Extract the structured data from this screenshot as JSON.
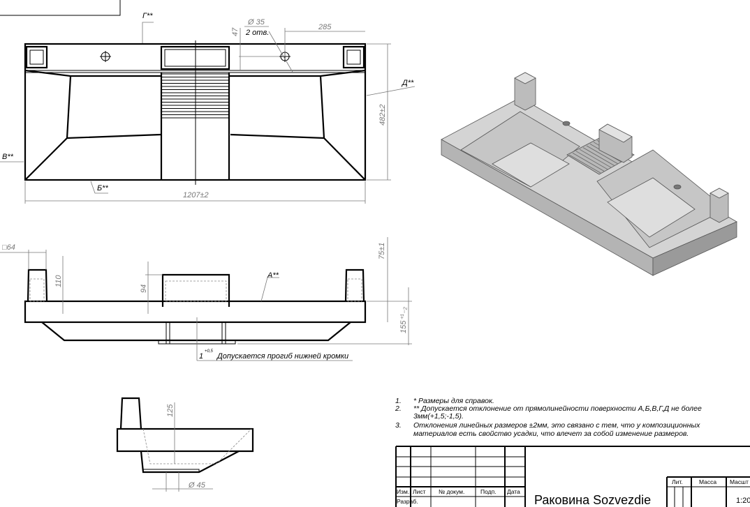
{
  "top_view": {
    "label_g": "Г**",
    "label_d": "Д**",
    "label_v": "В**",
    "label_b": "Б**",
    "hole_diameter": "Ø 35",
    "hole_count": "2 отв.",
    "dim_47": "47",
    "dim_285": "285",
    "dim_depth": "482±2",
    "dim_width": "1207±2"
  },
  "front_view": {
    "post_size": "□64",
    "dim_110": "110",
    "dim_94": "94",
    "label_a": "А**",
    "dim_75": "75±1",
    "dim_155": "155⁺¹₋₂",
    "sag_note_value": "1",
    "sag_note_tol": "+0,5",
    "sag_note": "Допускается прогиб нижней кромки"
  },
  "side_view": {
    "dim_125": "125",
    "drain_diameter": "Ø 45"
  },
  "notes": [
    {
      "num": "1.",
      "text": "* Размеры для справок."
    },
    {
      "num": "2.",
      "text": "** Допускается отклонение от прямолинейности поверхности А,Б,В,Г,Д не более",
      "text2": "3мм(+1,5;-1,5)."
    },
    {
      "num": "3.",
      "text": "Отклонения линейных размеров ±2мм, это связано с тем, что у композиционных",
      "text2": "материалов есть свойство усадки, что влечет за собой изменение размеров."
    }
  ],
  "title_block": {
    "col_izm": "Изм.",
    "col_list": "Лист",
    "col_doc": "№ докум.",
    "col_sign": "Подп.",
    "col_date": "Дата",
    "row_developer": "Разраб.",
    "title": "Раковина Sozvezdie",
    "lit": "Лит.",
    "mass": "Масса",
    "scale_label": "Масшт",
    "scale": "1:20"
  }
}
